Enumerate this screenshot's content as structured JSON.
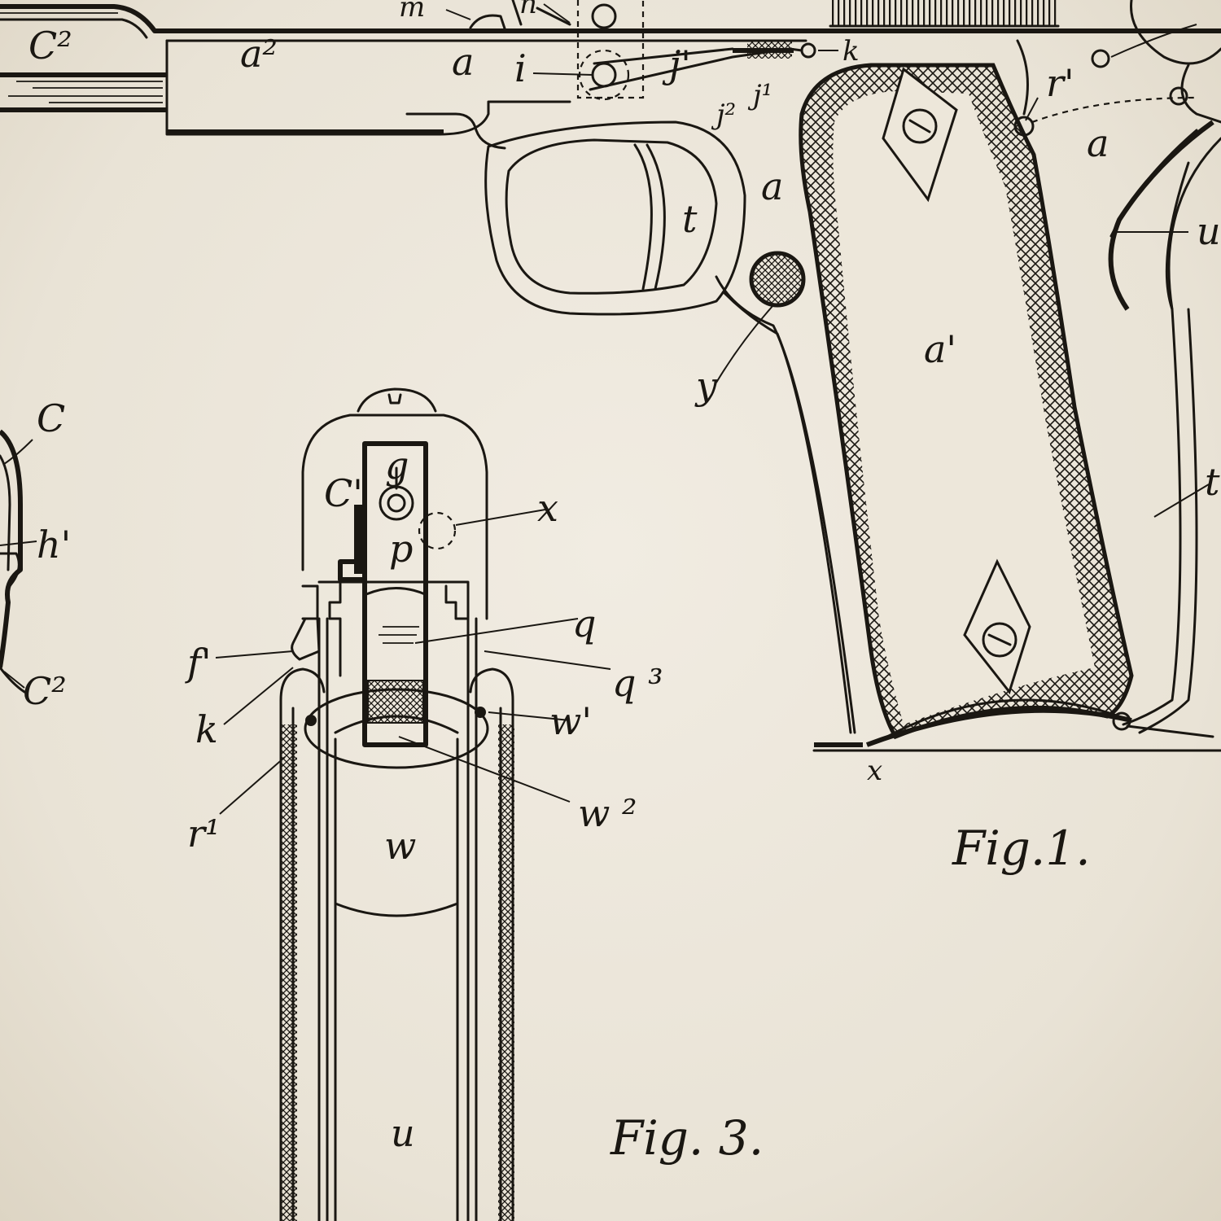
{
  "figures": {
    "fig1": "Fig.1.",
    "fig3": "Fig. 3."
  },
  "labels": {
    "c2_top": "C²",
    "a2": "a²",
    "m": "m",
    "n": "n",
    "a_top": "a",
    "i": "i",
    "j_prime": "j'",
    "k_top": "k",
    "j1": "j¹",
    "j2": "j²",
    "r_prime": "r'",
    "a_right": "a",
    "a_mid": "a",
    "t_guard": "t",
    "y": "y",
    "a_grip": "a'",
    "x": "x",
    "u_right": "u",
    "t_right": "t",
    "c_left": "C",
    "h1": "h'",
    "c2_left": "C²",
    "c1": "C'",
    "g": "g",
    "x_fig3": "x",
    "p": "p",
    "q": "q",
    "q3": "q ³",
    "f1": "f'",
    "k_fig3": "k",
    "w1": "w'",
    "r1": "r¹",
    "w2": "w ²",
    "w": "w",
    "u": "u"
  },
  "colors": {
    "paper": "#ebe5d8",
    "ink": "#1a1712"
  }
}
